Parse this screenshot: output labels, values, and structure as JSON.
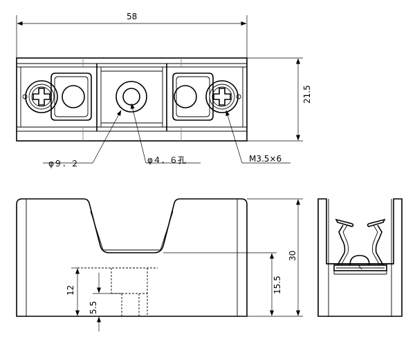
{
  "dimensions": {
    "total_width": "58",
    "height_top": "21.5",
    "height_total": "30",
    "height_channel": "15.5",
    "hole_height": "12",
    "hole_depth": "5.5"
  },
  "callouts": {
    "outer_diameter": "φ９．２",
    "hole": "φ４．６孔",
    "screw": "M3.5×6"
  }
}
